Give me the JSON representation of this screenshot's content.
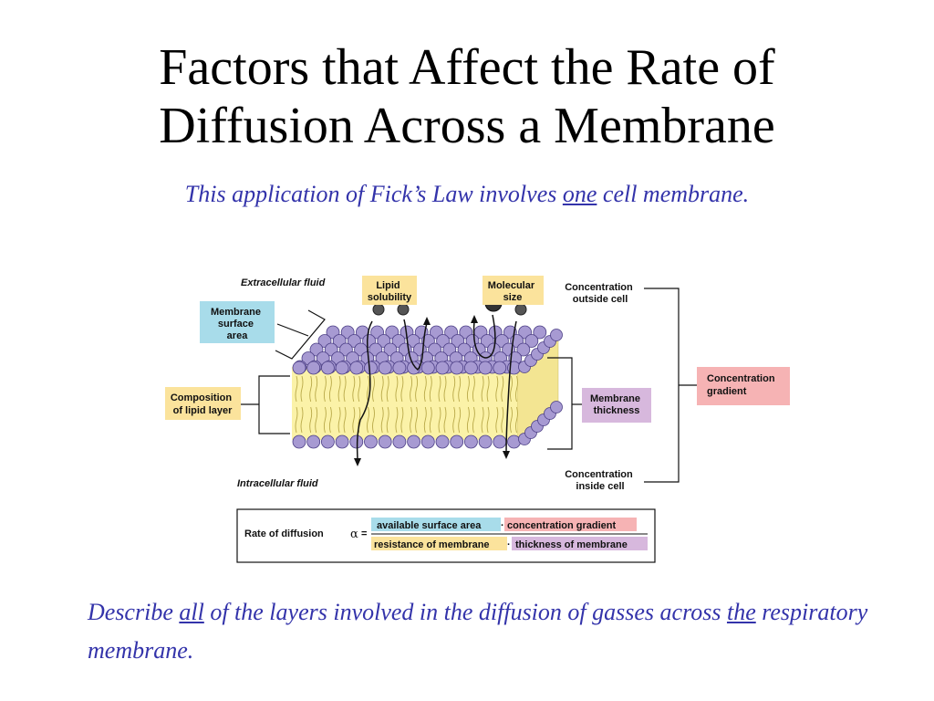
{
  "slide": {
    "title_line1": "Factors that Affect the Rate of",
    "title_line2": "Diffusion Across a Membrane",
    "subtitle_prefix": "This application of Fick’s Law involves ",
    "subtitle_emph": "one",
    "subtitle_suffix": " cell membrane.",
    "question_part1": "Describe ",
    "question_emph1": "all",
    "question_part2": " of the layers involved in the diffusion of gasses across ",
    "question_emph2": "the",
    "question_part3": " respiratory membrane."
  },
  "diagram": {
    "extracellular_fluid": "Extracellular fluid",
    "intracellular_fluid": "Intracellular fluid",
    "lipid_solubility": [
      "Lipid",
      "solubility"
    ],
    "molecular_size": [
      "Molecular",
      "size"
    ],
    "membrane_surface_area": [
      "Membrane",
      "surface",
      "area"
    ],
    "composition_lipid_layer": [
      "Composition",
      "of lipid layer"
    ],
    "membrane_thickness": [
      "Membrane",
      "thickness"
    ],
    "concentration_outside": [
      "Concentration",
      "outside cell"
    ],
    "concentration_inside": [
      "Concentration",
      "inside cell"
    ],
    "concentration_gradient": [
      "Concentration",
      "gradient"
    ],
    "formula_lhs": "Rate of diffusion",
    "formula_symbol": "α",
    "formula_equals": "=",
    "numerator_a": "available surface area",
    "numerator_b": "concentration gradient",
    "denominator_a": "resistance of membrane",
    "denominator_b": "thickness of membrane",
    "dot": "·"
  },
  "colors": {
    "title": "#000000",
    "italic_text": "#3333aa",
    "blue_box": "#a8dcea",
    "yellow_box": "#fbe39c",
    "purple_box": "#d7b8dd",
    "pink_box": "#f6b3b4",
    "membrane_core": "#fbf2a8",
    "head_fill": "#a79ad2",
    "head_stroke": "#4c3f86"
  }
}
